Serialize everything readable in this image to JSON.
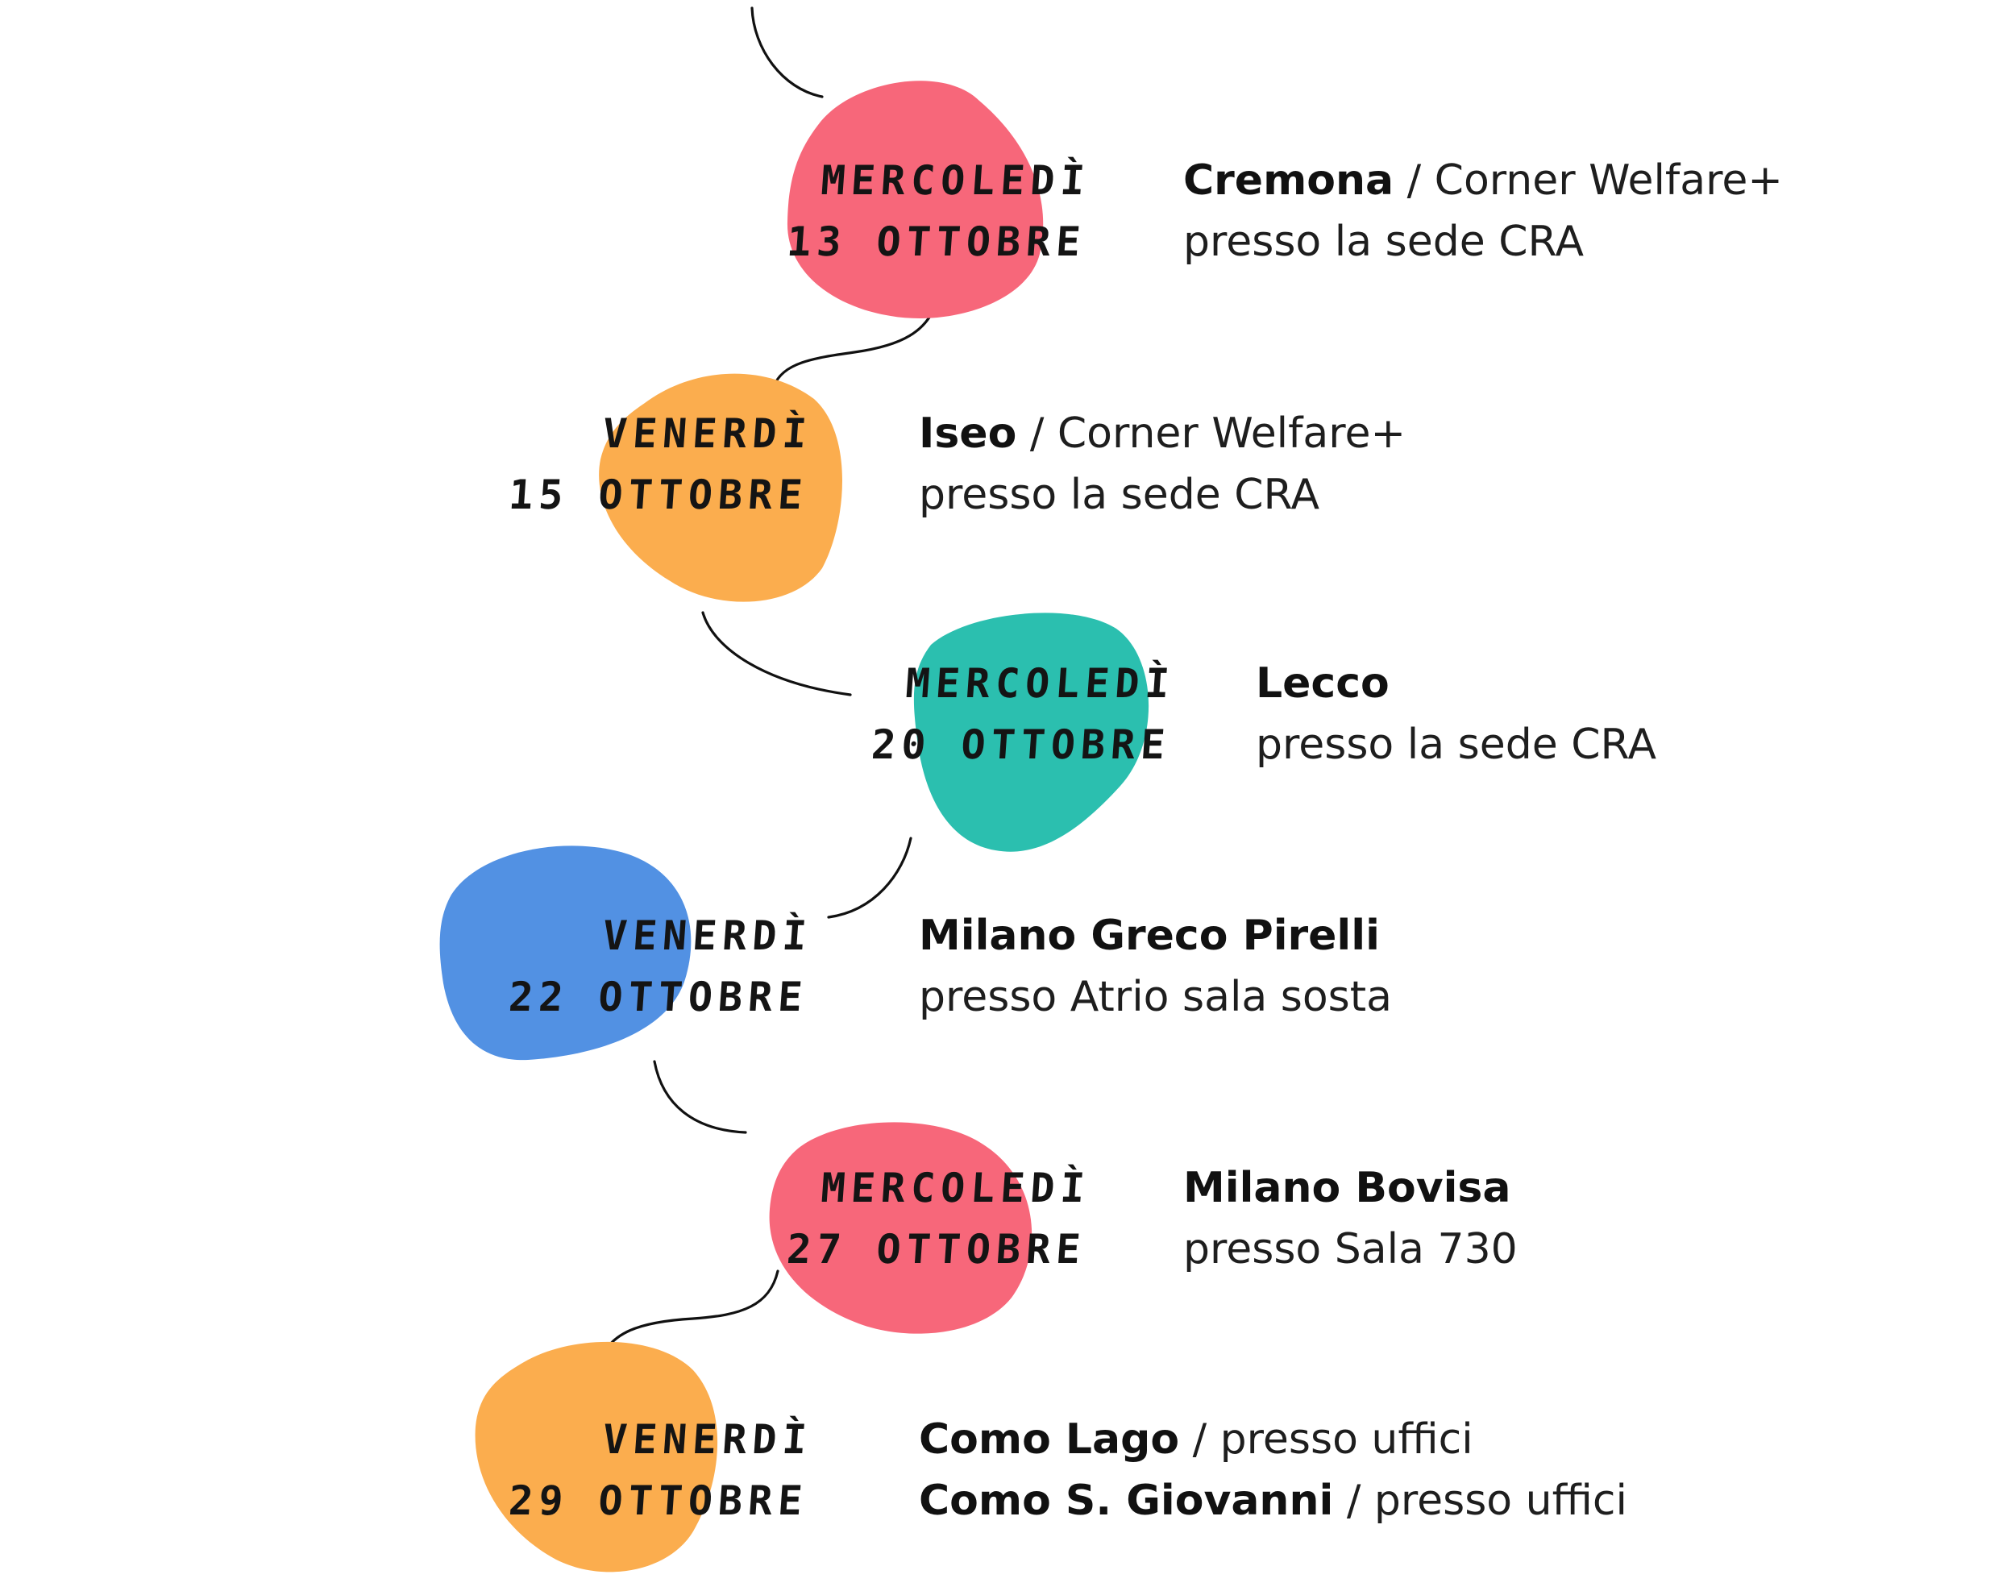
{
  "colors": {
    "red": "#f7677a",
    "orange": "#fbad4e",
    "teal": "#2bbfaf",
    "blue": "#5291e3",
    "ink": "#111111"
  },
  "events": [
    {
      "day": "MERCOLEDÌ",
      "date": "13 OTTOBRE",
      "color": "red",
      "lines": [
        {
          "place": "Cremona",
          "detail": " / Corner Welfare+"
        },
        {
          "place": "",
          "detail": "presso la sede CRA"
        }
      ]
    },
    {
      "day": "VENERDÌ",
      "date": "15 OTTOBRE",
      "color": "orange",
      "lines": [
        {
          "place": "Iseo",
          "detail": " / Corner Welfare+"
        },
        {
          "place": "",
          "detail": "presso la sede CRA"
        }
      ]
    },
    {
      "day": "MERCOLEDÌ",
      "date": "20 OTTOBRE",
      "color": "teal",
      "lines": [
        {
          "place": "Lecco",
          "detail": ""
        },
        {
          "place": "",
          "detail": "presso la sede CRA"
        }
      ]
    },
    {
      "day": "VENERDÌ",
      "date": "22 OTTOBRE",
      "color": "blue",
      "lines": [
        {
          "place": "Milano Greco Pirelli",
          "detail": ""
        },
        {
          "place": "",
          "detail": "presso Atrio sala sosta"
        }
      ]
    },
    {
      "day": "MERCOLEDÌ",
      "date": "27 OTTOBRE",
      "color": "red",
      "lines": [
        {
          "place": "Milano Bovisa",
          "detail": ""
        },
        {
          "place": "",
          "detail": "presso Sala 730"
        }
      ]
    },
    {
      "day": "VENERDÌ",
      "date": "29 OTTOBRE",
      "color": "orange",
      "lines": [
        {
          "place": "Como Lago",
          "detail": " / presso uffici"
        },
        {
          "place": "Como S. Giovanni",
          "detail": " / presso uffici"
        }
      ]
    }
  ]
}
